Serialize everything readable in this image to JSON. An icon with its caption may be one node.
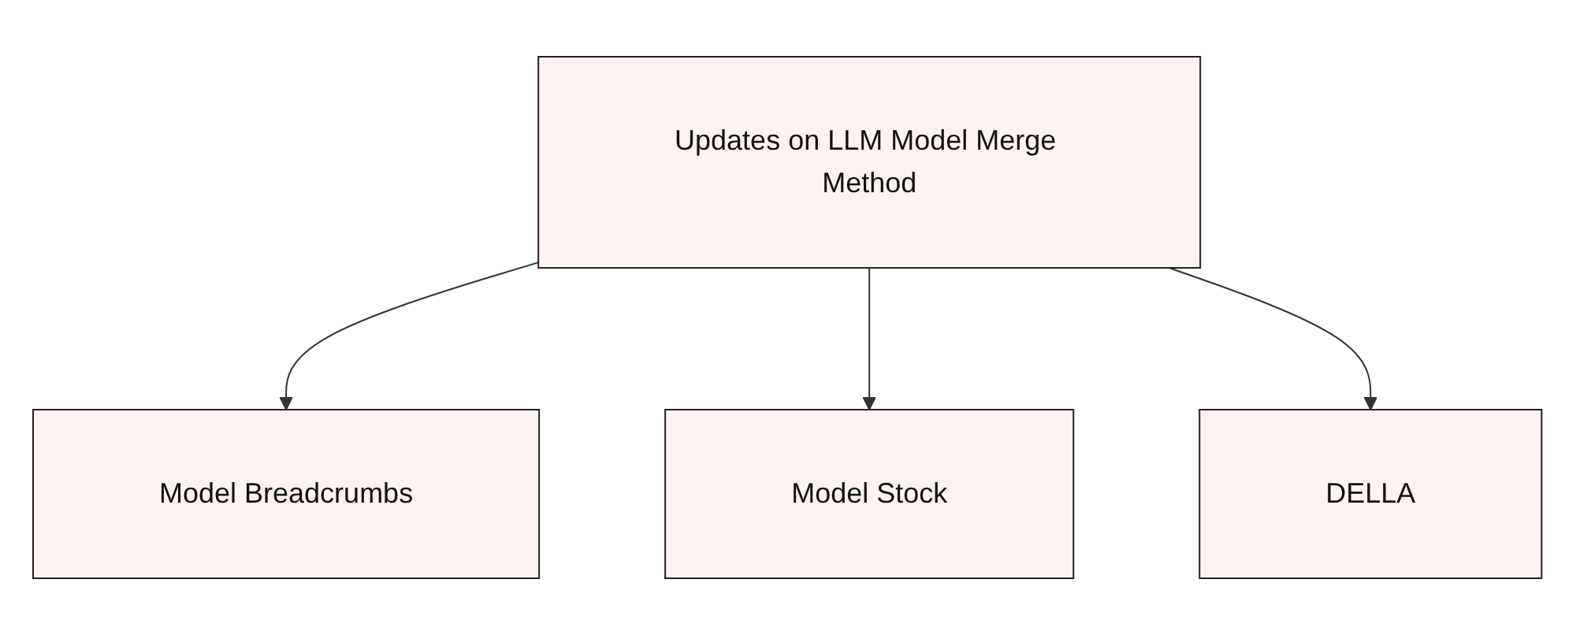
{
  "diagram": {
    "nodes": [
      {
        "text": [
          "Updates on LLM Model Merge Method"
        ]
      },
      {
        "text": [
          "Model Breadcrumbs"
        ]
      },
      {
        "text": [
          "Model Stock"
        ]
      },
      {
        "text": [
          "DELLA"
        ]
      }
    ],
    "edges": [
      {
        "from": 0,
        "to": 1,
        "arrow": "to"
      },
      {
        "from": 0,
        "to": 2,
        "arrow": "to"
      },
      {
        "from": 0,
        "to": 3,
        "arrow": "to"
      }
    ]
  }
}
